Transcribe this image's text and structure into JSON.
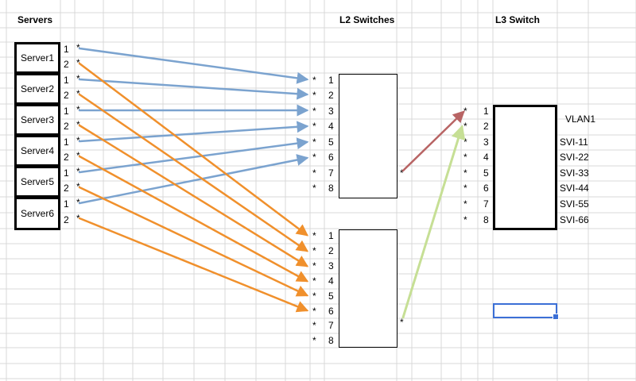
{
  "headers": {
    "servers": "Servers",
    "l2": "L2 Switches",
    "l3": "L3 Switch"
  },
  "servers": [
    {
      "name": "Server1",
      "ports": [
        "1",
        "2"
      ],
      "stars": [
        "*",
        "*"
      ]
    },
    {
      "name": "Server2",
      "ports": [
        "1",
        "2"
      ],
      "stars": [
        "*",
        "*"
      ]
    },
    {
      "name": "Server3",
      "ports": [
        "1",
        "2"
      ],
      "stars": [
        "*",
        "*"
      ]
    },
    {
      "name": "Server4",
      "ports": [
        "1",
        "2"
      ],
      "stars": [
        "*",
        "*"
      ]
    },
    {
      "name": "Server5",
      "ports": [
        "1",
        "2"
      ],
      "stars": [
        "*",
        "*"
      ]
    },
    {
      "name": "Server6",
      "ports": [
        "1",
        "2"
      ],
      "stars": [
        "*",
        "*"
      ]
    }
  ],
  "l2_switch_a": {
    "ports": [
      "1",
      "2",
      "3",
      "4",
      "5",
      "6",
      "7",
      "8"
    ],
    "stars": [
      "*",
      "*",
      "*",
      "*",
      "*",
      "*",
      "*",
      "*"
    ],
    "uplink_star": "*"
  },
  "l2_switch_b": {
    "ports": [
      "1",
      "2",
      "3",
      "4",
      "5",
      "6",
      "7",
      "8"
    ],
    "stars": [
      "*",
      "*",
      "*",
      "*",
      "*",
      "*",
      "*",
      "*"
    ],
    "uplink_star": "*"
  },
  "l3_switch": {
    "ports": [
      "1",
      "2",
      "3",
      "4",
      "5",
      "6",
      "7",
      "8"
    ],
    "stars": [
      "*",
      "*",
      "*",
      "*",
      "*",
      "*",
      "*",
      "*"
    ],
    "labels": [
      "VLAN1",
      "",
      "SVI-11",
      "SVI-22",
      "SVI-33",
      "SVI-44",
      "SVI-55",
      "SVI-66"
    ]
  },
  "colors": {
    "blue": "#7ba3cf",
    "orange": "#f0902c",
    "red": "#b86464",
    "green": "#c6df95"
  }
}
